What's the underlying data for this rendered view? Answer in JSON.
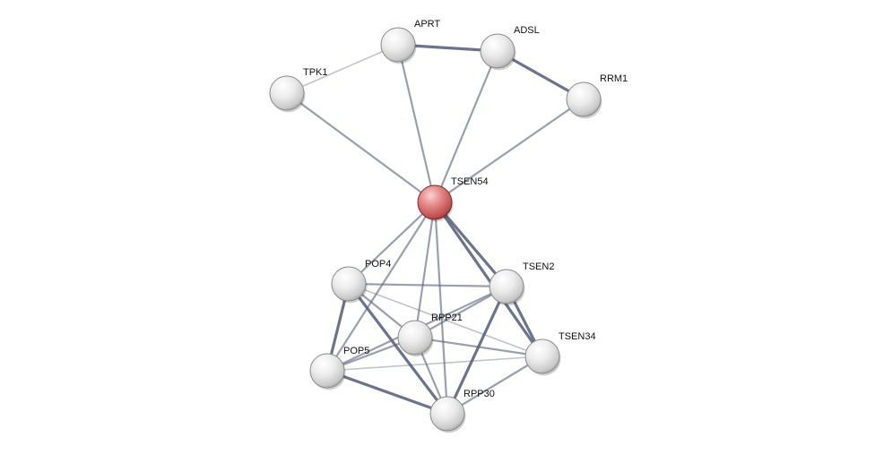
{
  "network": {
    "nodes": [
      {
        "id": "APRT",
        "label": "APRT",
        "query": false
      },
      {
        "id": "ADSL",
        "label": "ADSL",
        "query": false
      },
      {
        "id": "TPK1",
        "label": "TPK1",
        "query": false
      },
      {
        "id": "RRM1",
        "label": "RRM1",
        "query": false
      },
      {
        "id": "TSEN54",
        "label": "TSEN54",
        "query": true
      },
      {
        "id": "POP4",
        "label": "POP4",
        "query": false
      },
      {
        "id": "TSEN2",
        "label": "TSEN2",
        "query": false
      },
      {
        "id": "RPP21",
        "label": "RPP21",
        "query": false
      },
      {
        "id": "TSEN34",
        "label": "TSEN34",
        "query": false
      },
      {
        "id": "POP5",
        "label": "POP5",
        "query": false
      },
      {
        "id": "RPP30",
        "label": "RPP30",
        "query": false
      }
    ],
    "edges": [
      {
        "source": "APRT",
        "target": "ADSL",
        "strength": "strong"
      },
      {
        "source": "ADSL",
        "target": "RRM1",
        "strength": "strong"
      },
      {
        "source": "TPK1",
        "target": "APRT",
        "strength": "weak"
      },
      {
        "source": "TPK1",
        "target": "TSEN54",
        "strength": "medium"
      },
      {
        "source": "APRT",
        "target": "TSEN54",
        "strength": "medium"
      },
      {
        "source": "ADSL",
        "target": "TSEN54",
        "strength": "medium"
      },
      {
        "source": "RRM1",
        "target": "TSEN54",
        "strength": "medium"
      },
      {
        "source": "TSEN54",
        "target": "TSEN2",
        "strength": "strong"
      },
      {
        "source": "TSEN54",
        "target": "TSEN34",
        "strength": "strong"
      },
      {
        "source": "TSEN54",
        "target": "POP4",
        "strength": "medium"
      },
      {
        "source": "TSEN54",
        "target": "POP5",
        "strength": "medium"
      },
      {
        "source": "TSEN54",
        "target": "RPP21",
        "strength": "medium"
      },
      {
        "source": "TSEN54",
        "target": "RPP30",
        "strength": "medium"
      },
      {
        "source": "TSEN2",
        "target": "TSEN34",
        "strength": "strong"
      },
      {
        "source": "POP4",
        "target": "TSEN2",
        "strength": "medium"
      },
      {
        "source": "POP4",
        "target": "POP5",
        "strength": "strong"
      },
      {
        "source": "POP4",
        "target": "RPP30",
        "strength": "strong"
      },
      {
        "source": "POP4",
        "target": "RPP21",
        "strength": "medium"
      },
      {
        "source": "POP4",
        "target": "TSEN34",
        "strength": "weak"
      },
      {
        "source": "POP5",
        "target": "RPP30",
        "strength": "strong"
      },
      {
        "source": "POP5",
        "target": "RPP21",
        "strength": "medium"
      },
      {
        "source": "POP5",
        "target": "TSEN2",
        "strength": "medium"
      },
      {
        "source": "POP5",
        "target": "TSEN34",
        "strength": "weak"
      },
      {
        "source": "RPP21",
        "target": "RPP30",
        "strength": "medium"
      },
      {
        "source": "RPP21",
        "target": "TSEN2",
        "strength": "medium"
      },
      {
        "source": "RPP21",
        "target": "TSEN34",
        "strength": "medium"
      },
      {
        "source": "RPP30",
        "target": "TSEN2",
        "strength": "strong"
      },
      {
        "source": "RPP30",
        "target": "TSEN34",
        "strength": "medium"
      }
    ]
  },
  "colors": {
    "node_fill": "#e4e4e4",
    "query_node_fill": "#d96b6b",
    "edge_color": "#5c6480",
    "label_color": "#111111",
    "background": "#ffffff"
  }
}
